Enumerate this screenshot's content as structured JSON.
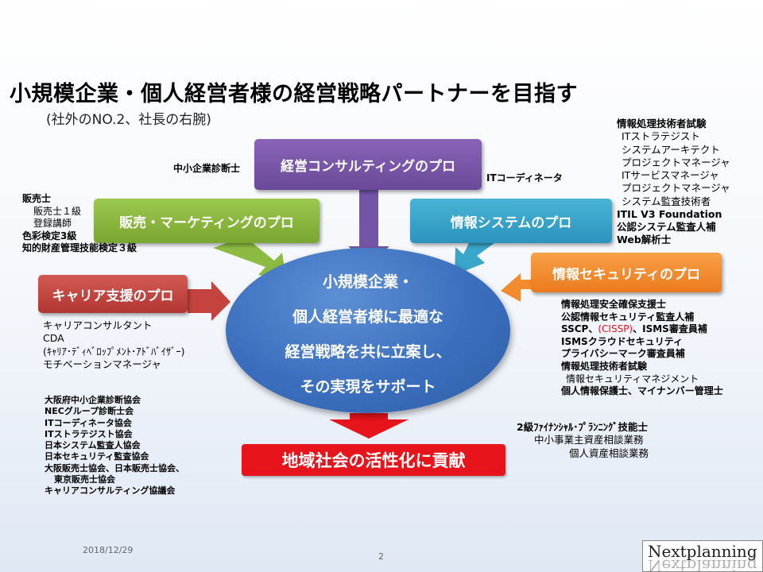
{
  "title": "小規模企業・個人経営者様の経営戦略パートナーを目指す",
  "subtitle": "(社外のNO.2、社長の右腕)",
  "boxes": {
    "consulting": "経営コンサルティングのプロ",
    "sales": "販売・マーケティングのプロ",
    "info_system": "情報システムのプロ",
    "security": "情報セキュリティのプロ",
    "career": "キャリア支援のプロ"
  },
  "center": [
    "小規模企業・",
    "個人経営者様に最適な",
    "経営戦略を共に立案し、",
    "その実現をサポート"
  ],
  "goal": "地域社会の活性化に貢献",
  "labels": {
    "sme_consultant": "中小企業診断士",
    "it_coordinator": "ITコーディネータ"
  },
  "sales_quals": {
    "q1": "販売士",
    "q2": "販売士１級",
    "q3": "登録講師",
    "q4": "色彩検定3級",
    "q5": "知的財産管理技能検定３級"
  },
  "it_quals": {
    "head": "情報処理技術者試験",
    "items": [
      "ITストラテジスト",
      "システムアーキテクト",
      "プロジェクトマネージャ",
      "ITサービスマネージャ",
      "プロジェクトマネージャ",
      "システム監査技術者"
    ],
    "extra1": "ITIL V3 Foundation",
    "extra2": "公認システム監査人補",
    "extra3": "Web解析士"
  },
  "career_quals": [
    "キャリアコンサルタント",
    "CDA",
    "(ｷｬﾘｱ･ﾃﾞｨﾍﾞﾛｯﾌﾟﾒﾝﾄ･ｱﾄﾞﾊﾞｲｻﾞｰ)",
    "モチベーションマネージャ"
  ],
  "security_quals": {
    "l1": "情報処理安全確保支援士",
    "l2": "公認情報セキュリティ監査人補",
    "l3a": "SSCP、",
    "l3b": "(CISSP)",
    "l3c": "、ISMS審査員補",
    "l4": "ISMSクラウドセキュリティ",
    "l5": "プライバシーマーク審査員補",
    "l6": "情報処理技術者試験",
    "l7": "情報セキュリティマネジメント",
    "l8": "個人情報保護士、マイナンバー管理士"
  },
  "associations": [
    "大阪府中小企業診断協会",
    "NECグループ診断士会",
    "ITコーディネータ協会",
    "ITストラテジスト協会",
    "日本システム監査人協会",
    "日本セキュリティ監査協会",
    "大阪販売士協会、日本販売士協会、",
    "東京販売士協会",
    "キャリアコンサルティング協議会"
  ],
  "fp": {
    "l1": "2級ﾌｧｲﾅﾝｼｬﾙ･ﾌﾟﾗﾝﾆﾝｸﾞ技能士",
    "l2": "中小事業主資産相談業務",
    "l3": "個人資産相談業務"
  },
  "footer": {
    "date": "2018/12/29",
    "page": "2",
    "logo": "Nextplanning"
  },
  "colors": {
    "consulting": "#6a4a98",
    "sales": "#79a531",
    "info": "#2b93bc",
    "security": "#ec7a1e",
    "career": "#b23631",
    "center": "#3b6fbe",
    "goal": "#e8141b",
    "cissp": "#e8141b"
  }
}
